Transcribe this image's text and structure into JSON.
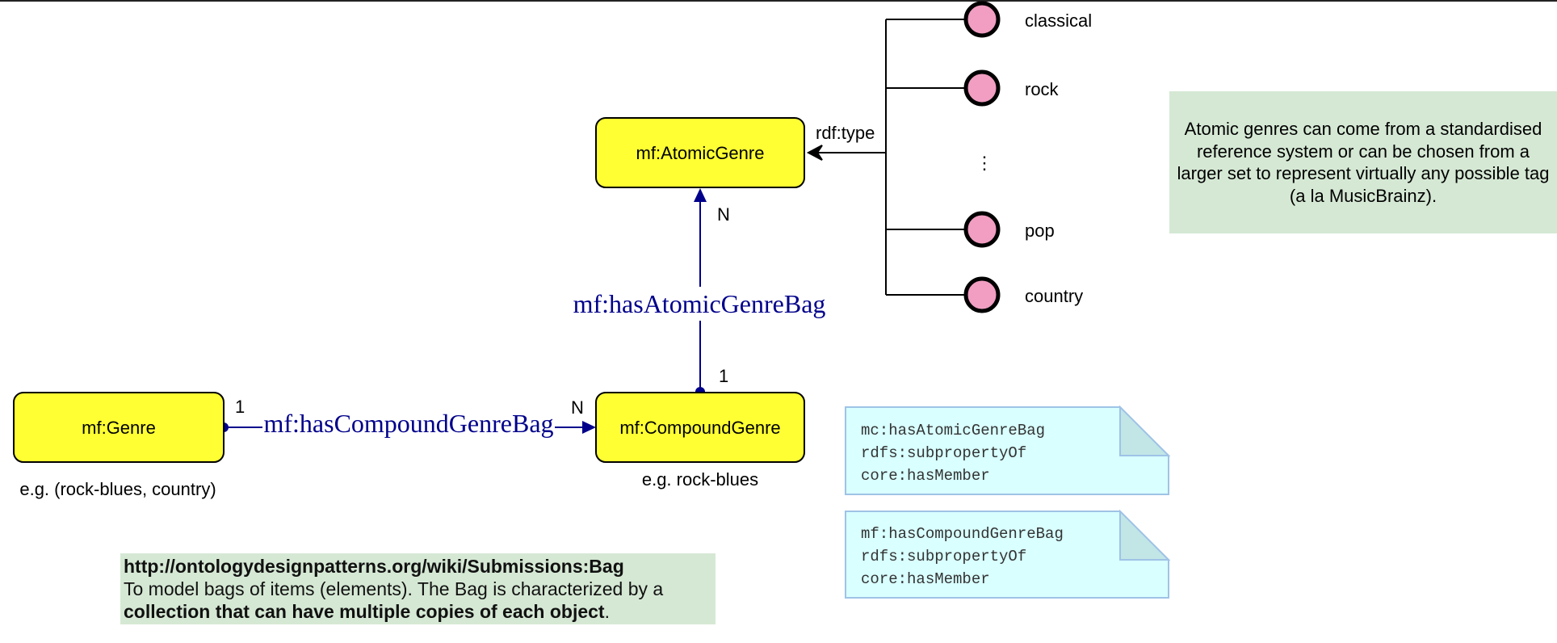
{
  "nodes": {
    "atomic_genre": "mf:AtomicGenre",
    "genre": "mf:Genre",
    "compound_genre": "mf:CompoundGenre"
  },
  "edges": {
    "has_atomic_genre_bag": "mf:hasAtomicGenreBag",
    "has_compound_genre_bag": "mf:hasCompoundGenreBag",
    "rdf_type": "rdf:type"
  },
  "multiplicities": {
    "atomic_bag_top": "N",
    "atomic_bag_bottom": "1",
    "compound_bag_left": "1",
    "compound_bag_right": "N"
  },
  "instances": [
    "classical",
    "rock",
    "⋮",
    "pop",
    "country"
  ],
  "examples": {
    "genre": "e.g. (rock-blues, country)",
    "compound_genre": "e.g. rock-blues"
  },
  "notes": {
    "atomic_note": "Atomic genres can come from a standardised reference system or can be chosen from a larger set to represent virtually any possible tag (a la MusicBrainz).",
    "subprop_1": [
      "mc:hasAtomicGenreBag",
      "rdfs:subpropertyOf",
      "core:hasMember"
    ],
    "subprop_2": [
      "mf:hasCompoundGenreBag",
      "rdfs:subpropertyOf",
      "core:hasMember"
    ],
    "bag_url": "http://ontologydesignpatterns.org/wiki/Submissions:Bag",
    "bag_text_1": "To model bags of items (elements). The Bag is characterized by a ",
    "bag_text_bold": "collection that can have multiple copies of each object",
    "bag_text_2": "."
  },
  "colors": {
    "class_fill": "#ffff33",
    "instance_fill": "#f19ec2",
    "edge_color": "#00008b",
    "note_green": "#d5e8d4",
    "note_cyan": "#d9ffff",
    "note_cyan_border": "#9fc3e6"
  }
}
